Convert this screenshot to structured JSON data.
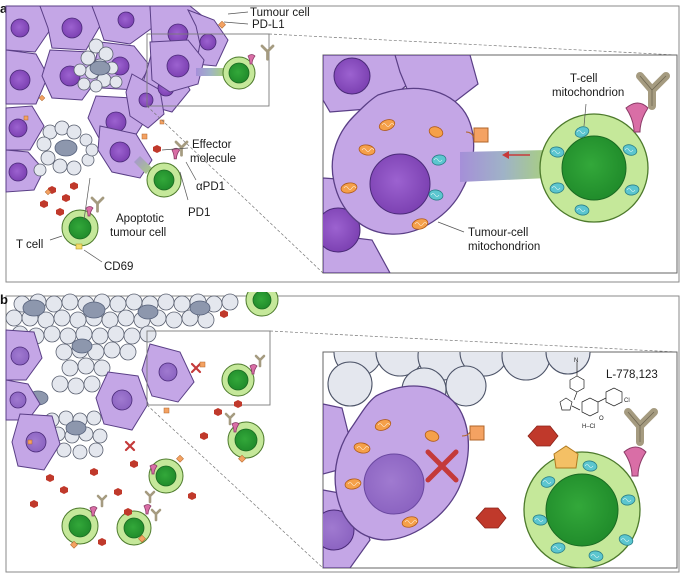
{
  "panel_a": {
    "label": "a",
    "labels": {
      "tumour_cell": "Tumour cell",
      "pd_l1": "PD-L1",
      "effector_molecule_line1": "Effector",
      "effector_molecule_line2": "molecule",
      "apd1": "αPD1",
      "pd1": "PD1",
      "apoptotic_line1": "Apoptotic",
      "apoptotic_line2": "tumour cell",
      "t_cell": "T cell",
      "cd69": "CD69",
      "tcell_mito_line1": "T-cell",
      "tcell_mito_line2": "mitochondrion",
      "tumour_mito_line1": "Tumour-cell",
      "tumour_mito_line2": "mitochondrion"
    }
  },
  "panel_b": {
    "label": "b",
    "labels": {
      "compound": "L-778,123",
      "chem_n": "N",
      "chem_cl": "Cl",
      "chem_o": "O",
      "chem_hcl": "H–Cl"
    }
  },
  "colors": {
    "tumour_cell": "#c4a6e6",
    "tumour_nucleus": "#8c52c2",
    "t_cell": "#c5e89a",
    "t_cell_nucleus": "#2e9a36",
    "apoptotic": "#e4e7ee",
    "apoptotic_nucleus": "#8d97ad",
    "pd1": "#d96ea6",
    "antibody": "#a59b80",
    "effector": "#f4a262",
    "inhibitor": "#c0392b",
    "block_x": "#c43a3a",
    "mitochondrion_orange": "#f5a04a",
    "mitochondrion_teal": "#5cc6cf"
  },
  "icons": [
    "antibody-icon",
    "pd1-receptor-icon",
    "effector-molecule-icon",
    "inhibitor-hexagon-icon",
    "block-x-icon",
    "transfer-arrow-icon",
    "mitochondrion-icon"
  ]
}
